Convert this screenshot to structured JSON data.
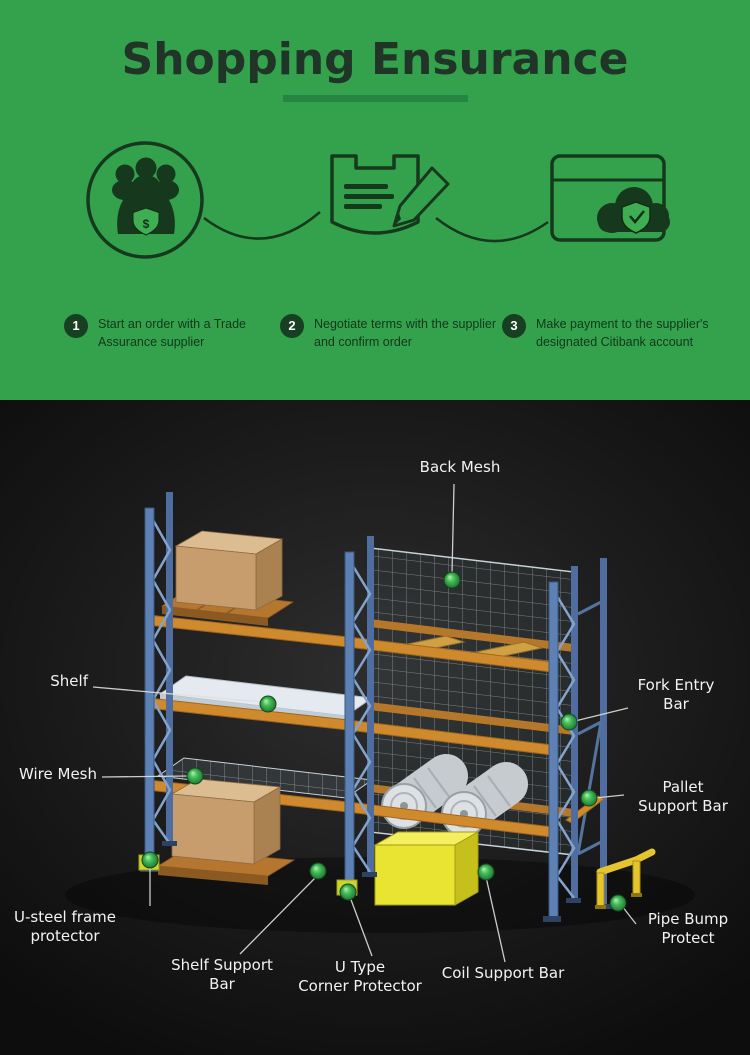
{
  "hero": {
    "title": "Shopping Ensurance",
    "currency": "$",
    "steps": [
      {
        "number": "1",
        "text": "Start an order with a Trade Assurance supplier"
      },
      {
        "number": "2",
        "text": "Negotiate terms with the supplier and confirm order"
      },
      {
        "number": "3",
        "text": "Make payment to the supplier's designated Citibank account"
      }
    ]
  },
  "diagram": {
    "labels": {
      "back_mesh": "Back Mesh",
      "shelf": "Shelf",
      "fork_entry_bar": "Fork Entry\nBar",
      "wire_mesh": "Wire Mesh",
      "pallet_support_bar": "Pallet\nSupport Bar",
      "u_steel_frame_protector": "U-steel frame\nprotector",
      "shelf_support_bar": "Shelf Support\nBar",
      "u_type_corner_protector": "U Type\nCorner Protector",
      "coil_support_bar": "Coil Support Bar",
      "pipe_bump_protect": "Pipe Bump\nProtect"
    }
  },
  "colors": {
    "hero_bg": "#34a24c",
    "hero_accent": "#16391d",
    "title": "#203527",
    "underline": "#238741",
    "step_circle": "#173f22",
    "diagram_bg": "#161616",
    "label_text": "#f2f2f2",
    "rack_blue": "#5d80b5",
    "beam_orange": "#d08a2e",
    "marker_green": "#3fae52",
    "bin_yellow": "#e8e431"
  }
}
